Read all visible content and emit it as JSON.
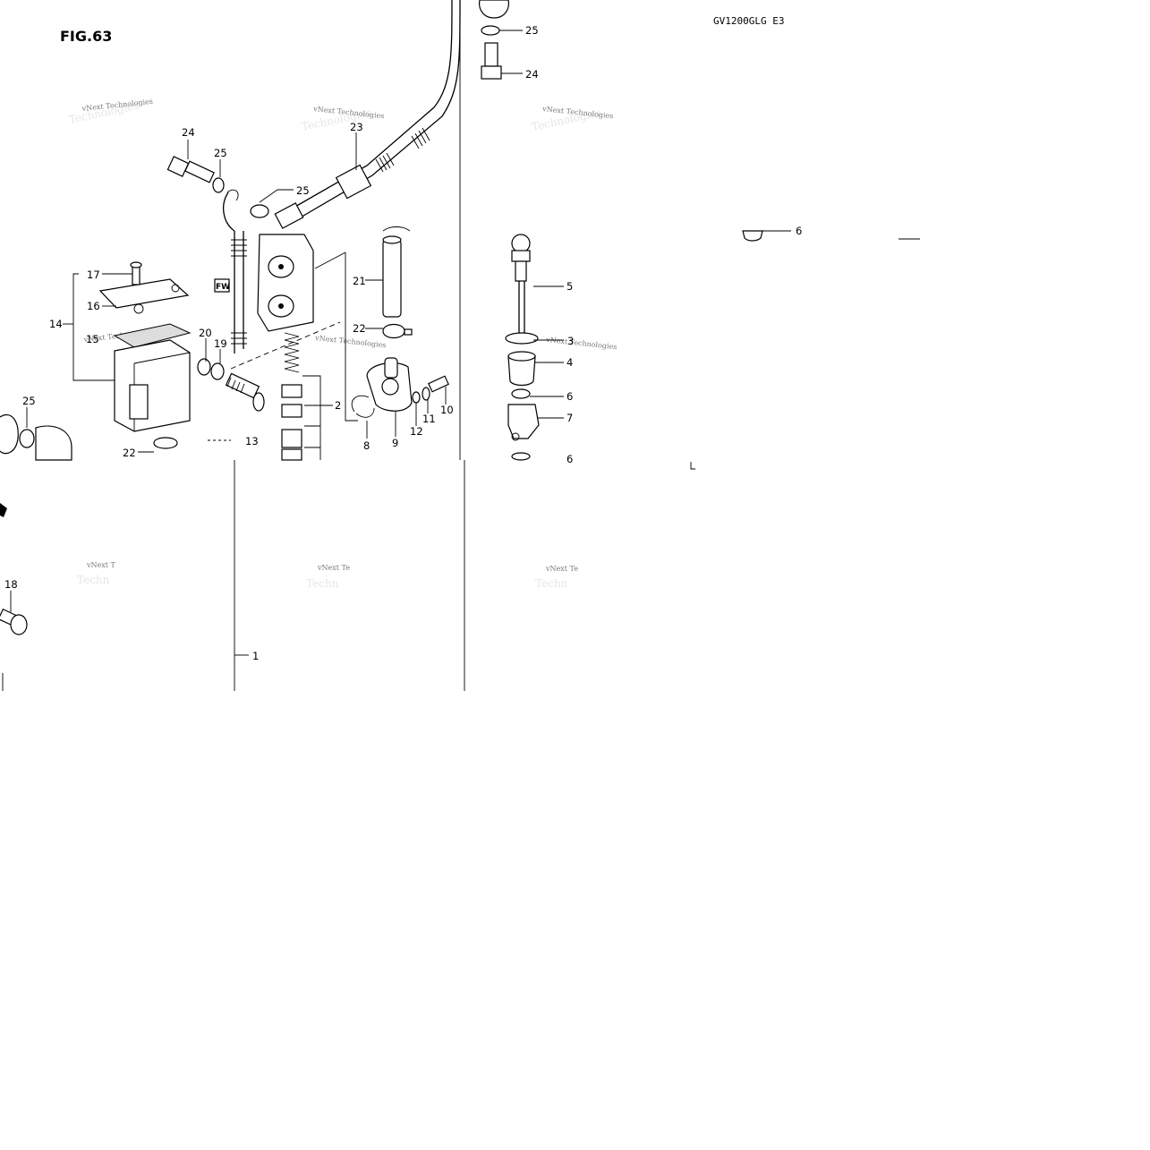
{
  "figure": {
    "title": "FIG.63",
    "model": "GV1200GLG  E3"
  },
  "watermark": {
    "line1": "vNext Technologies"
  },
  "callouts": {
    "c1": "1",
    "c2": "2",
    "c3": "3",
    "c4": "4",
    "c5": "5",
    "c6a": "6",
    "c6b": "6",
    "c6c": "6",
    "c7": "7",
    "c8": "8",
    "c9": "9",
    "c10": "10",
    "c11": "11",
    "c12": "12",
    "c13": "13",
    "c14": "14",
    "c15": "15",
    "c16": "16",
    "c17": "17",
    "c18": "18",
    "c19": "19",
    "c20": "20",
    "c21": "21",
    "c22a": "22",
    "c22b": "22",
    "c23": "23",
    "c24a": "24",
    "c24b": "24",
    "c25a": "25",
    "c25b": "25",
    "c25c": "25",
    "c25d": "25"
  },
  "colors": {
    "ink": "#000000",
    "paper": "#ffffff",
    "watermark": "#7a7a7a"
  }
}
